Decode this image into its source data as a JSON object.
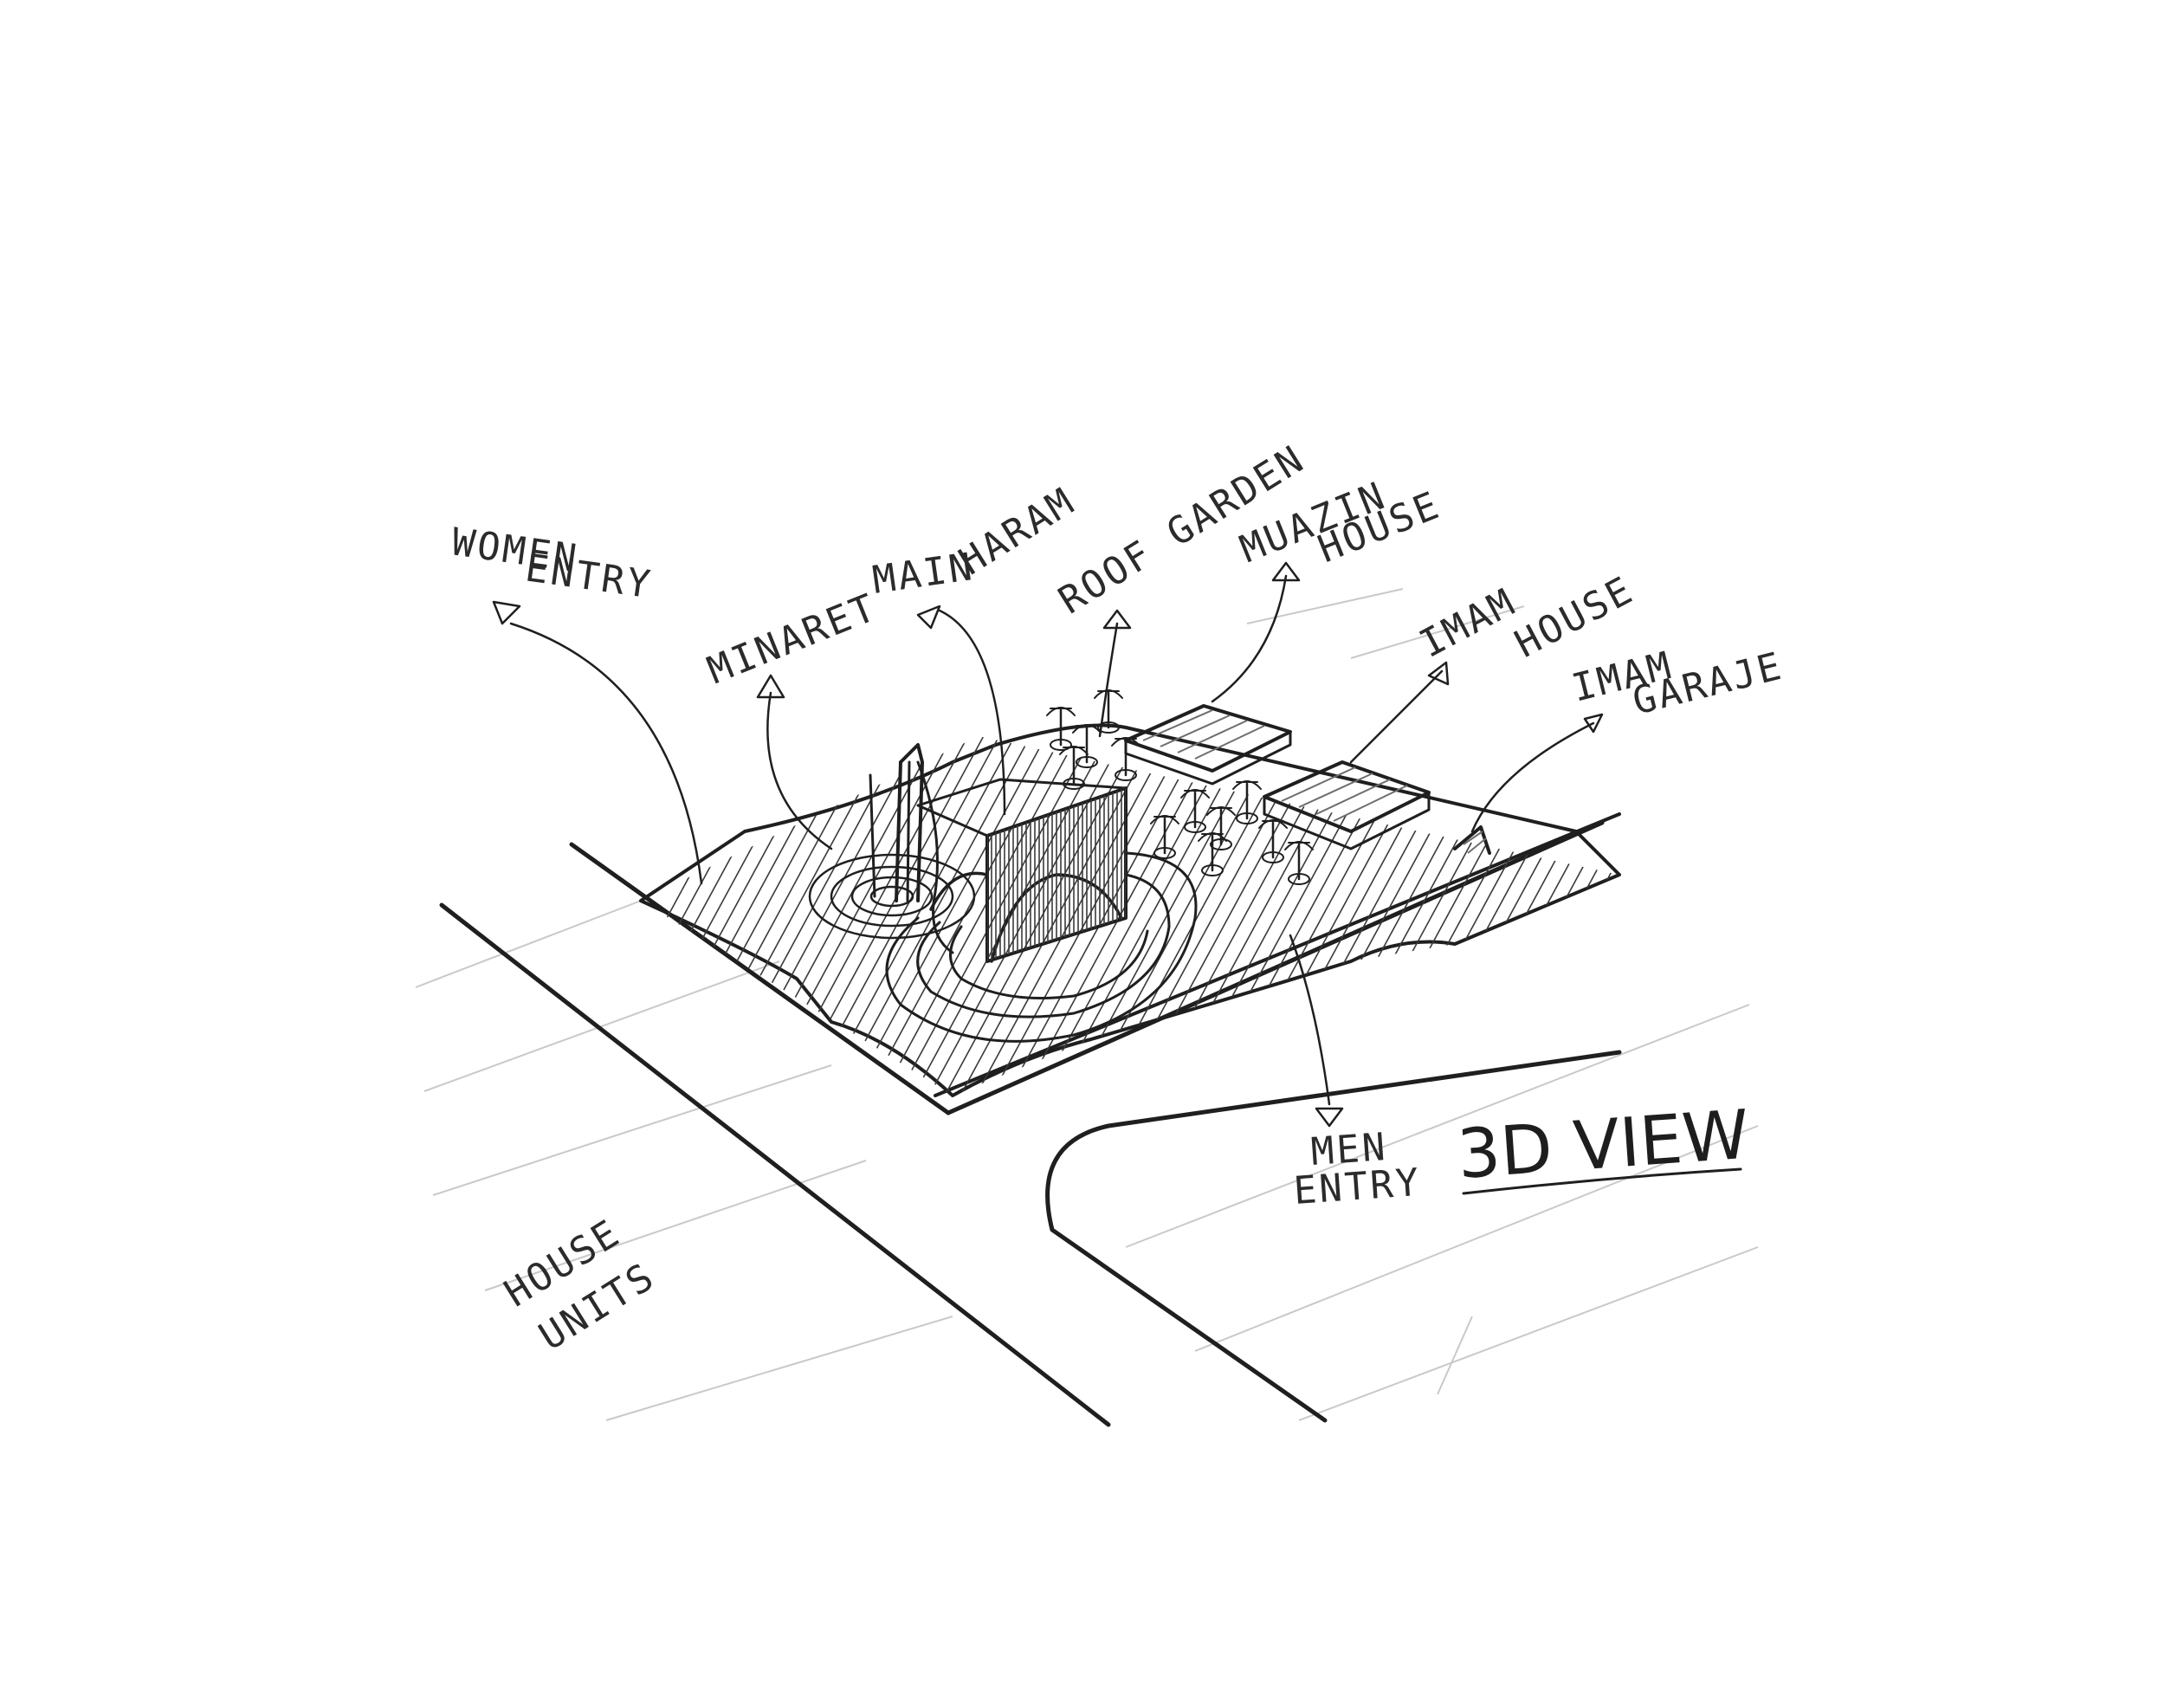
{
  "labels": {
    "women_entry_1": "WOMEN",
    "women_entry_2": "ENTRY",
    "minaret": "MINARET",
    "main_haram_1": "MAIN",
    "main_haram_2": "HARAM",
    "roof_garden": "ROOF GARDEN",
    "muazin_house_1": "MUAZIN",
    "muazin_house_2": "HOUSE",
    "imam_house_1": "IMAM",
    "imam_house_2": "HOUSE",
    "imam_garage_1": "IMAM",
    "imam_garage_2": "GARAJE",
    "men_entry_1": "MEN",
    "men_entry_2": "ENTRY",
    "view_title": "3D VIEW",
    "house_units_1": "HOUSE",
    "house_units_2": "UNITS"
  }
}
